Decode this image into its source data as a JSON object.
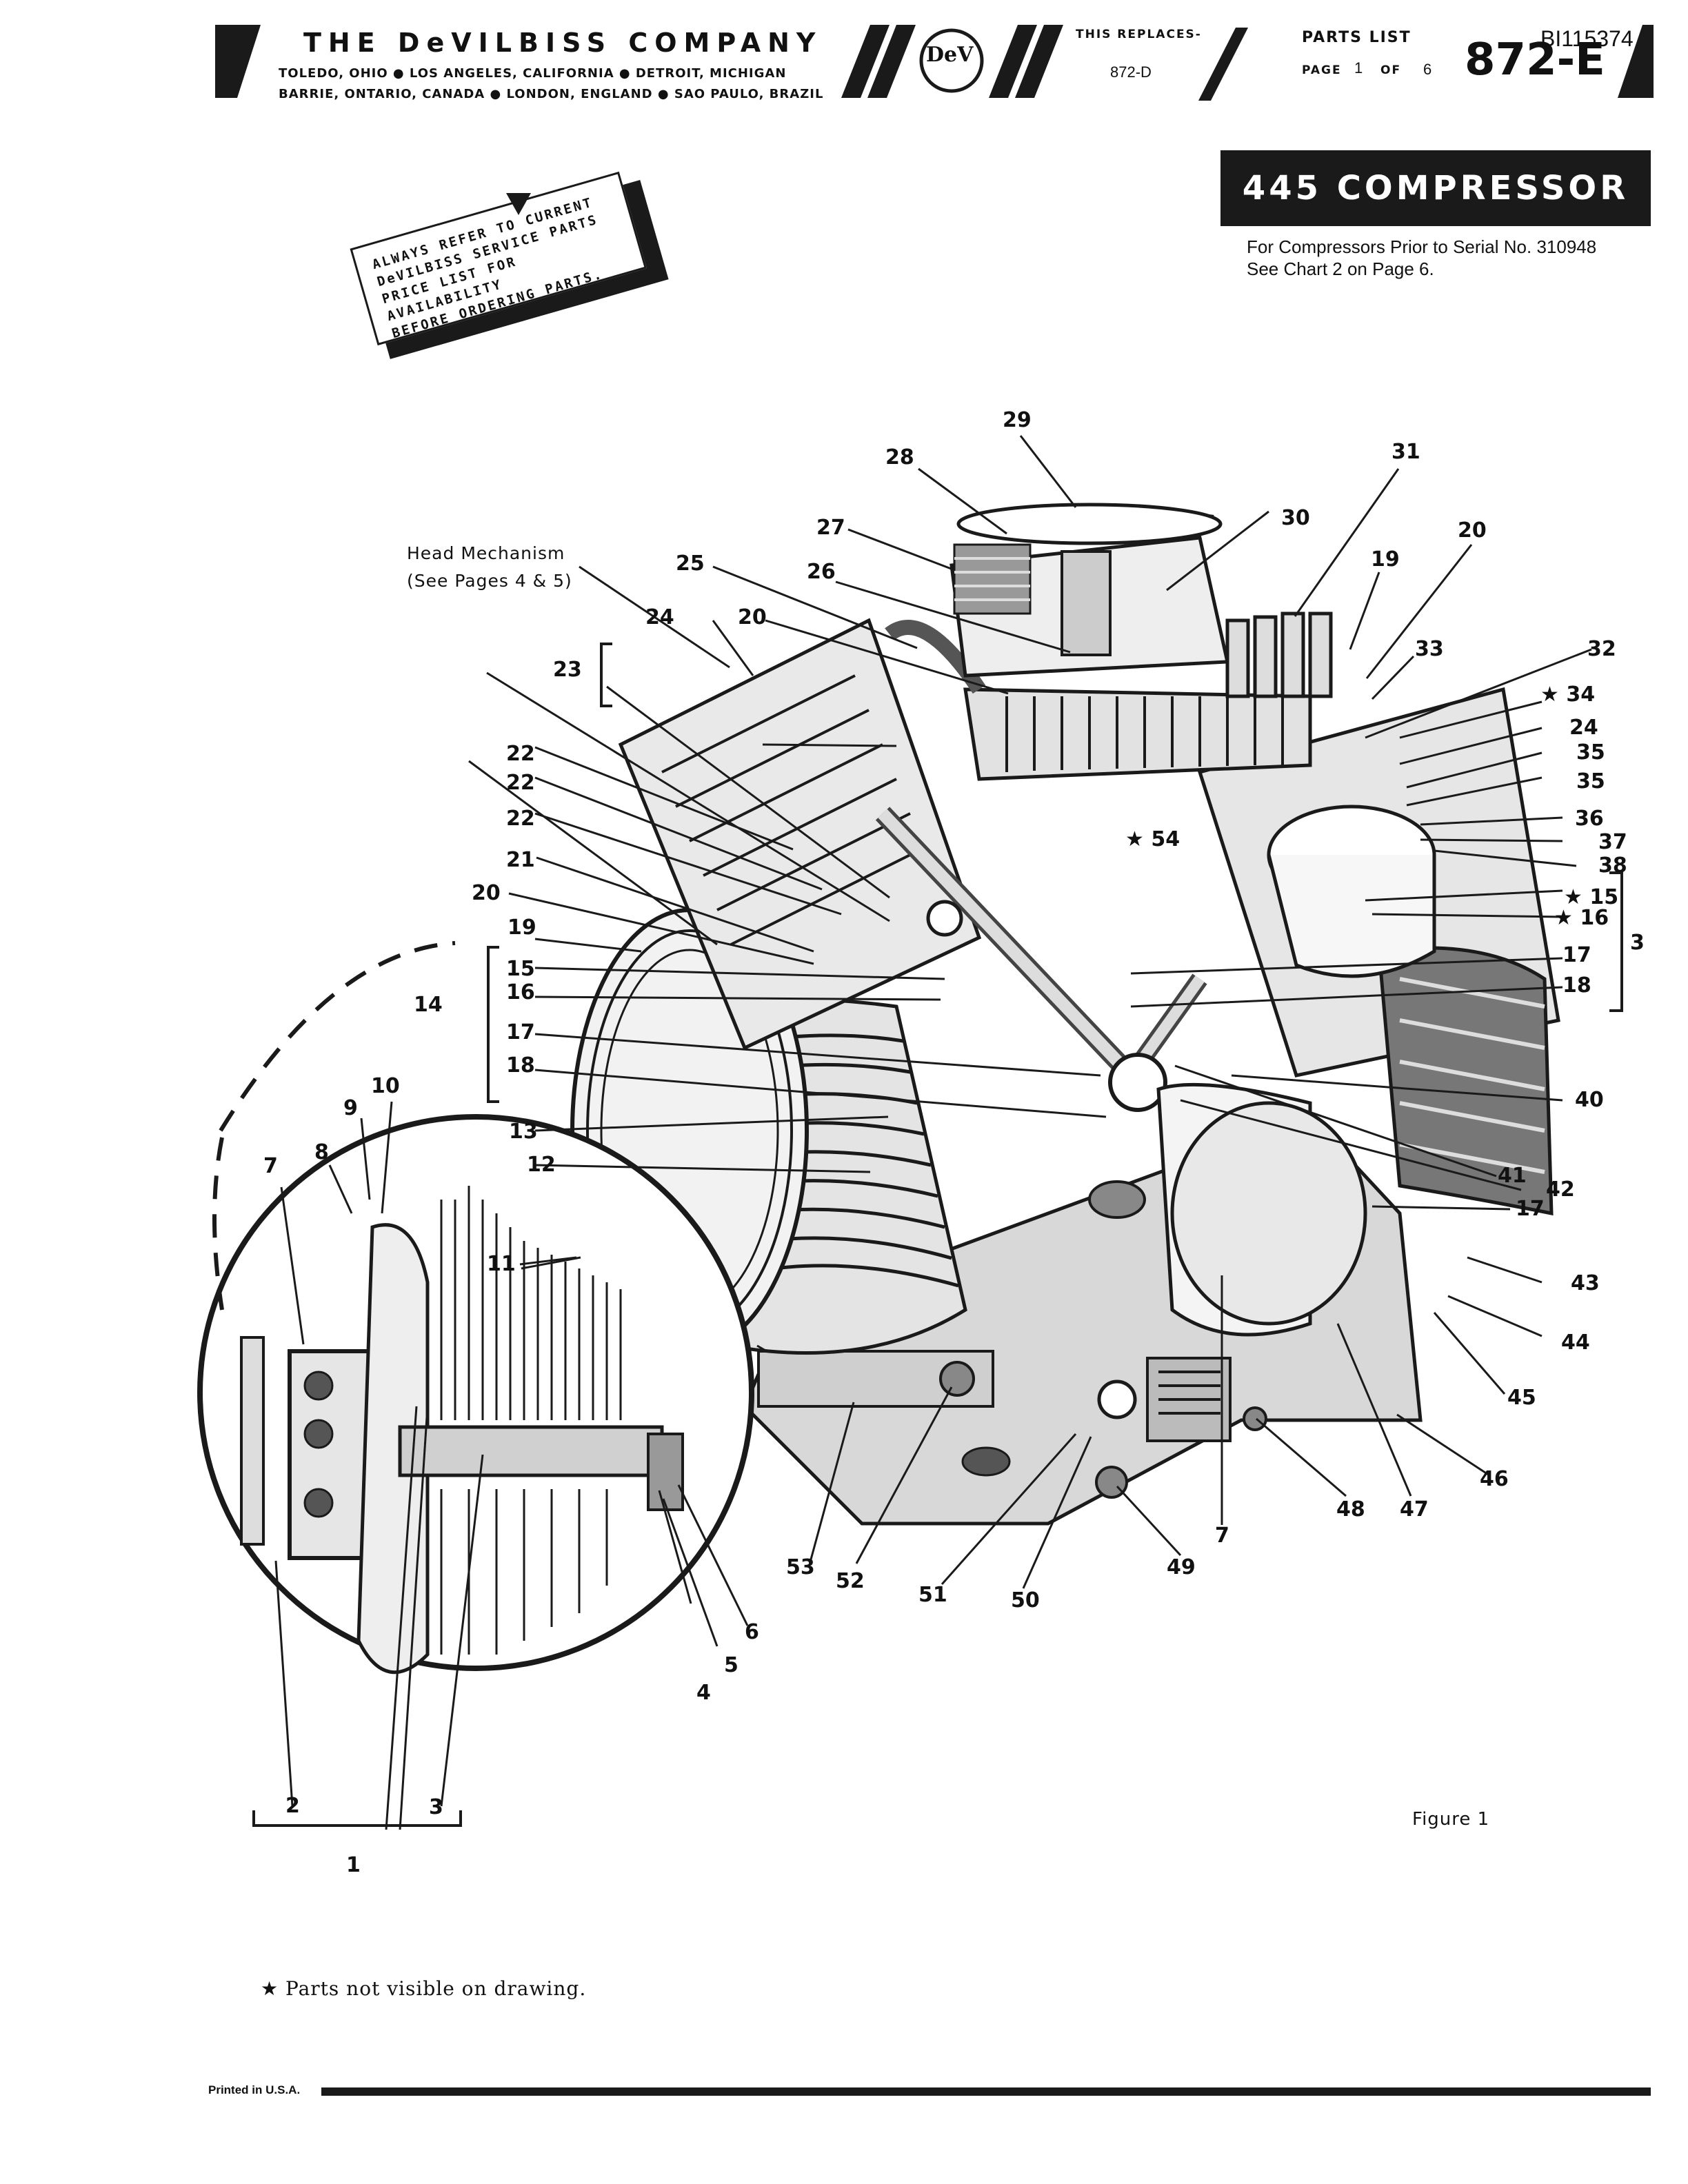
{
  "header": {
    "company": "THE DeVILBISS COMPANY",
    "locations_line1": "TOLEDO, OHIO ● LOS ANGELES, CALIFORNIA ● DETROIT, MICHIGAN",
    "locations_line2": "BARRIE, ONTARIO, CANADA ● LONDON, ENGLAND ● SAO PAULO, BRAZIL",
    "logo_text": "DeV",
    "replaces_label": "THIS REPLACES-",
    "replaces_value": "872-D",
    "parts_list_label": "PARTS LIST",
    "page_label": "PAGE",
    "page_number": "1",
    "of_label": "OF",
    "page_total": "6",
    "doc_id": "BI115374",
    "part_number": "872-E"
  },
  "title": "445 COMPRESSOR",
  "serial_note": [
    "For Compressors Prior to Serial No. 310948",
    "See Chart 2 on Page 6."
  ],
  "stamp": {
    "lines": [
      "ALWAYS REFER TO CURRENT",
      "DeVILBISS SERVICE PARTS",
      "PRICE LIST FOR AVAILABILITY",
      "BEFORE ORDERING PARTS."
    ]
  },
  "head_mechanism": [
    "Head Mechanism",
    "(See Pages 4 & 5)"
  ],
  "callouts": {
    "c1": "1",
    "c2": "2",
    "c3": "3",
    "c3b": "3",
    "c4": "4",
    "c5": "5",
    "c6": "6",
    "c7": "7",
    "c7b": "7",
    "c8": "8",
    "c9": "9",
    "c10": "10",
    "c11": "11",
    "c12": "12",
    "c13": "13",
    "c14": "14",
    "c15": "15",
    "c15b": "★ 15",
    "c16": "16",
    "c16b": "★ 16",
    "c17": "17",
    "c17b": "17",
    "c17c": "17",
    "c18": "18",
    "c18b": "18",
    "c19": "19",
    "c19b": "19",
    "c20": "20",
    "c20b": "20",
    "c20c": "20",
    "c21": "21",
    "c22a": "22",
    "c22b": "22",
    "c22c": "22",
    "c23": "23",
    "c24": "24",
    "c24b": "24",
    "c25": "25",
    "c26": "26",
    "c27": "27",
    "c28": "28",
    "c29": "29",
    "c30": "30",
    "c31": "31",
    "c32": "32",
    "c33": "33",
    "c34": "★ 34",
    "c35": "35",
    "c35b": "35",
    "c36": "36",
    "c37": "37",
    "c38": "38",
    "c40": "40",
    "c41": "41",
    "c42": "42",
    "c43": "43",
    "c44": "44",
    "c45": "45",
    "c46": "46",
    "c47": "47",
    "c48": "48",
    "c49": "49",
    "c50": "50",
    "c51": "51",
    "c52": "52",
    "c53": "53",
    "c54": "★ 54"
  },
  "figure_label": "Figure 1",
  "footnote": "★ Parts not visible on drawing.",
  "printed": "Printed in U.S.A."
}
